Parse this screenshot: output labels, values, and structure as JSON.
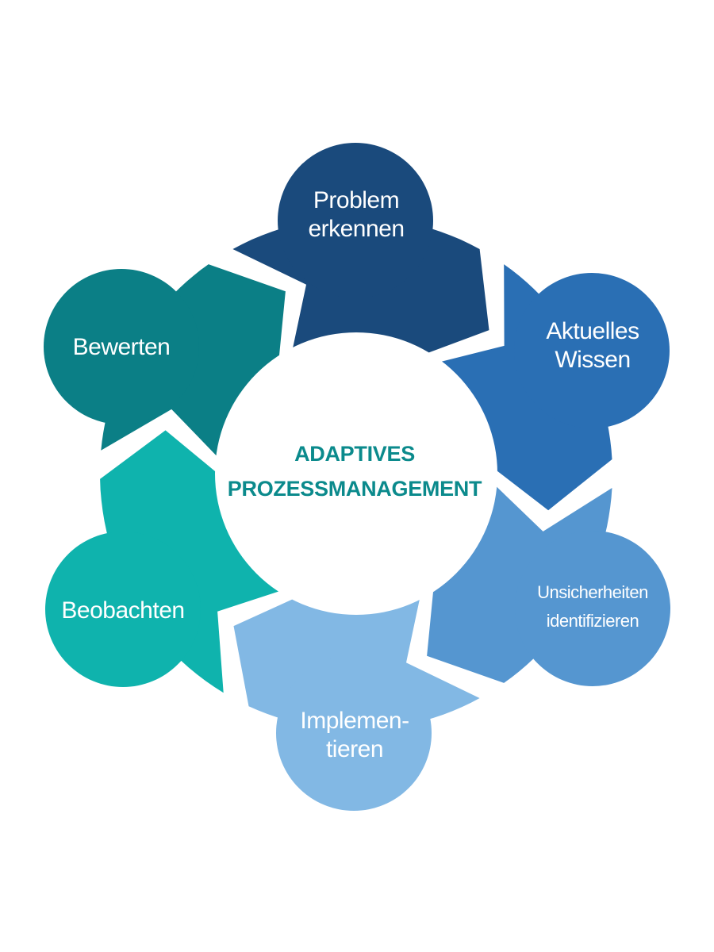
{
  "center": {
    "title_line1": "ADAPTIVES",
    "title_line2": "PROZESSMANAGEMENT",
    "text_color": "#0b8a8c"
  },
  "steps": [
    {
      "id": "problem",
      "line1": "Problem",
      "line2": "erkennen",
      "color": "#1a4a7c",
      "arrow_color": "#1a4a7c"
    },
    {
      "id": "wissen",
      "line1": "Aktuelles",
      "line2": "Wissen",
      "color": "#2a6fb4",
      "arrow_color": "#2a6fb4"
    },
    {
      "id": "unsicher",
      "line1": "Unsicherheiten",
      "line2": "identifizieren",
      "color": "#5596d0",
      "arrow_color": "#5596d0"
    },
    {
      "id": "implement",
      "line1": "Implemen-",
      "line2": "tieren",
      "color": "#82b8e4",
      "arrow_color": "#82b8e4"
    },
    {
      "id": "beobacht",
      "line1": "Beobachten",
      "line2": "",
      "color": "#0fb3ad",
      "arrow_color": "#0fb3ad"
    },
    {
      "id": "bewerten",
      "line1": "Bewerten",
      "line2": "",
      "color": "#0b7f86",
      "arrow_color": "#0b7f86"
    }
  ]
}
